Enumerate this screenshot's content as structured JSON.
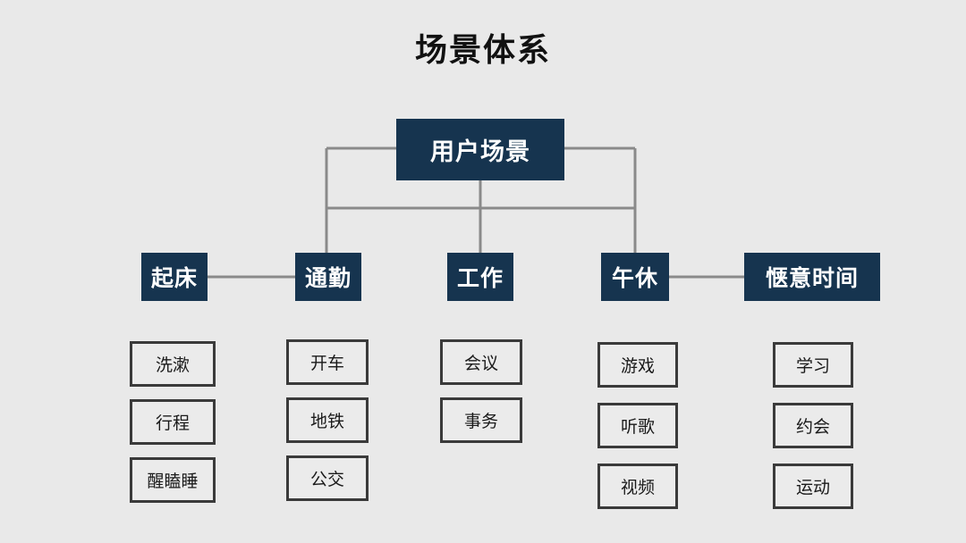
{
  "title": "场景体系",
  "colors": {
    "background": "#e9e9e9",
    "node_fill": "#16344f",
    "node_text": "#ffffff",
    "leaf_fill": "#ebebeb",
    "leaf_border": "#3a3a3a",
    "connector": "#8a8a8a",
    "title_text": "#111111"
  },
  "root": {
    "label": "用户场景"
  },
  "branches": [
    {
      "label": "起床",
      "leaves": [
        "洗漱",
        "行程",
        "醒瞌睡"
      ]
    },
    {
      "label": "通勤",
      "leaves": [
        "开车",
        "地铁",
        "公交"
      ]
    },
    {
      "label": "工作",
      "leaves": [
        "会议",
        "事务"
      ]
    },
    {
      "label": "午休",
      "leaves": [
        "游戏",
        "听歌",
        "视频"
      ]
    },
    {
      "label": "惬意时间",
      "leaves": [
        "学习",
        "约会",
        "运动"
      ]
    }
  ]
}
